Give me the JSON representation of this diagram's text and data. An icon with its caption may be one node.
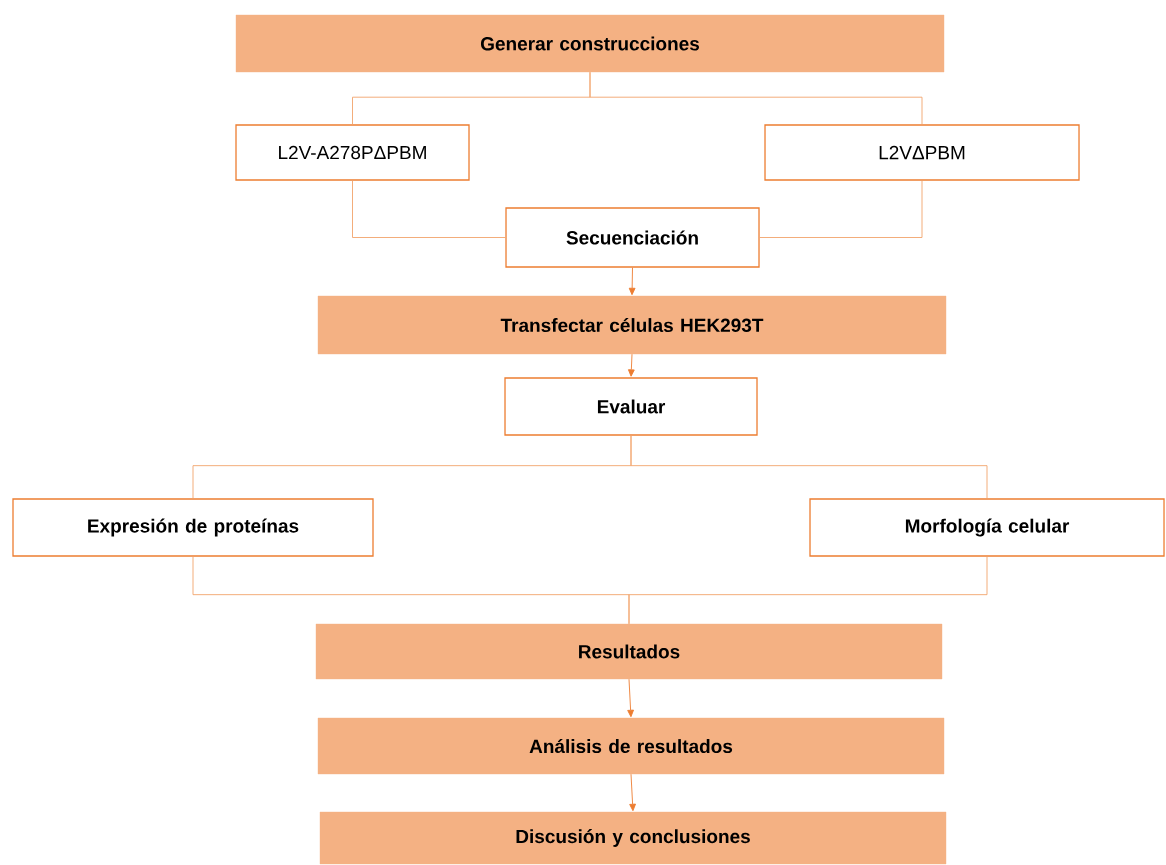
{
  "diagram": {
    "nodes": [
      {
        "text": [
          "Generar construcciones"
        ]
      },
      {
        "text": [
          "L2V-A278PΔPBM"
        ]
      },
      {
        "text": [
          "L2VΔPBM"
        ]
      },
      {
        "text": [
          "Secuenciación"
        ]
      },
      {
        "text": [
          "Transfectar células HEK293T"
        ]
      },
      {
        "text": [
          "Evaluar"
        ]
      },
      {
        "text": [
          "Expresión de proteínas"
        ]
      },
      {
        "text": [
          "Morfología celular"
        ]
      },
      {
        "text": [
          "Resultados"
        ]
      },
      {
        "text": [
          "Análisis de resultados"
        ]
      },
      {
        "text": [
          "Discusión y conclusiones"
        ]
      }
    ],
    "edges": [
      {
        "from": 0,
        "to": 1,
        "arrow": "none"
      },
      {
        "from": 0,
        "to": 2,
        "arrow": "none"
      },
      {
        "from": 1,
        "to": 3,
        "arrow": "none"
      },
      {
        "from": 2,
        "to": 3,
        "arrow": "none"
      },
      {
        "from": 3,
        "to": 4,
        "arrow": "to"
      },
      {
        "from": 4,
        "to": 5,
        "arrow": "to"
      },
      {
        "from": 5,
        "to": 6,
        "arrow": "none"
      },
      {
        "from": 5,
        "to": 7,
        "arrow": "none"
      },
      {
        "from": 6,
        "to": 8,
        "arrow": "none"
      },
      {
        "from": 7,
        "to": 8,
        "arrow": "none"
      },
      {
        "from": 8,
        "to": 9,
        "arrow": "to"
      },
      {
        "from": 9,
        "to": 10,
        "arrow": "to"
      }
    ]
  }
}
